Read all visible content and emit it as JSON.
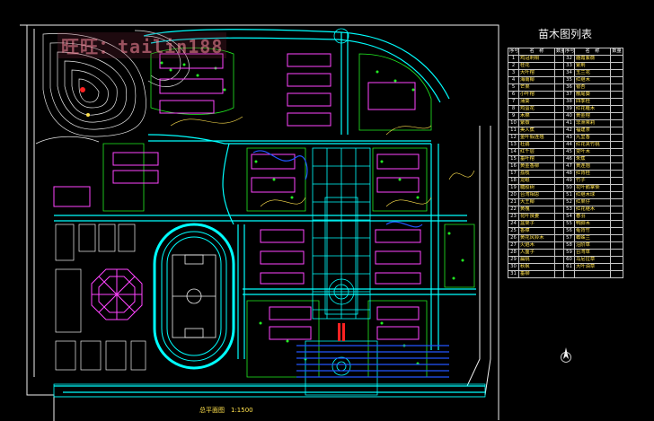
{
  "watermark": "旺旺：tailin188",
  "legend": {
    "title": "苗木图列表",
    "headers": [
      "序号",
      "名　称",
      "数量",
      "序号",
      "名　称",
      "数量"
    ],
    "rows": [
      [
        "1",
        "鸡冠刺桐",
        "",
        "32",
        "",
        "鹿霞紫薇",
        ""
      ],
      [
        "2",
        "桂花",
        "",
        "33",
        "",
        "紫荆",
        ""
      ],
      [
        "3",
        "大叶榕",
        "",
        "34",
        "",
        "玉兰花",
        ""
      ],
      [
        "4",
        "海南椰",
        "",
        "35",
        "",
        "红继木",
        ""
      ],
      [
        "5",
        "芒果",
        "",
        "36",
        "",
        "银杏",
        ""
      ],
      [
        "6",
        "小叶榕",
        "",
        "37",
        "",
        "散尾葵",
        ""
      ],
      [
        "7",
        "蒲葵",
        "",
        "38",
        "",
        "四季桂",
        ""
      ],
      [
        "8",
        "鸡蛋花",
        "",
        "39",
        "",
        "红花檵木",
        ""
      ],
      [
        "9",
        "木棉",
        "",
        "40",
        "",
        "黄金榕",
        ""
      ],
      [
        "10",
        "紫薇",
        "",
        "41",
        "",
        "非洲茉莉",
        ""
      ],
      [
        "11",
        "美人蕉",
        "",
        "42",
        "",
        "福建茶",
        ""
      ],
      [
        "12",
        "金叶假连翘",
        "",
        "43",
        "",
        "九里香",
        ""
      ],
      [
        "13",
        "杜鹃",
        "",
        "44",
        "",
        "红花夹竹桃",
        ""
      ],
      [
        "14",
        "红千层",
        "",
        "45",
        "",
        "变叶木",
        ""
      ],
      [
        "15",
        "垂叶榕",
        "",
        "46",
        "",
        "朱蕉",
        ""
      ],
      [
        "16",
        "黄金香柳",
        "",
        "47",
        "",
        "黄连翘",
        ""
      ],
      [
        "17",
        "荔枝",
        "",
        "48",
        "",
        "红背桂",
        ""
      ],
      [
        "18",
        "龙眼",
        "",
        "49",
        "",
        "竹子",
        ""
      ],
      [
        "19",
        "糖胶树",
        "",
        "50",
        "",
        "花叶鹅掌柴",
        ""
      ],
      [
        "20",
        "台湾相思",
        "",
        "51",
        "",
        "红继木球",
        ""
      ],
      [
        "21",
        "大王椰",
        "",
        "52",
        "",
        "红果仔",
        ""
      ],
      [
        "22",
        "黄槐",
        "",
        "53",
        "",
        "红花继木",
        ""
      ],
      [
        "23",
        "花叶良姜",
        "",
        "54",
        "",
        "春羽",
        ""
      ],
      [
        "24",
        "盆架子",
        "",
        "55",
        "",
        "鸭脚木",
        ""
      ],
      [
        "25",
        "香樟",
        "",
        "56",
        "",
        "龟背竹",
        ""
      ],
      [
        "26",
        "黄花风铃木",
        "",
        "57",
        "",
        "蜘蛛兰",
        ""
      ],
      [
        "27",
        "火焰木",
        "",
        "58",
        "",
        "沿阶草",
        ""
      ],
      [
        "28",
        "人面子",
        "",
        "59",
        "",
        "台湾草",
        ""
      ],
      [
        "29",
        "扁桃",
        "",
        "60",
        "",
        "马尼拉草",
        ""
      ],
      [
        "30",
        "秋枫",
        "",
        "61",
        "",
        "大叶油草",
        ""
      ],
      [
        "31",
        "垂柳",
        "",
        "",
        "",
        "",
        ""
      ]
    ]
  },
  "scale_label": "总平面图　1:1500",
  "colors": {
    "background": "#000000",
    "cyan": "#00ffff",
    "green": "#22ee22",
    "magenta": "#ff00ff",
    "yellow": "#ffe14d",
    "white": "#f0f0f0",
    "blue": "#2244ff",
    "red": "#ff2222"
  },
  "icons": [
    "north-arrow-icon"
  ]
}
